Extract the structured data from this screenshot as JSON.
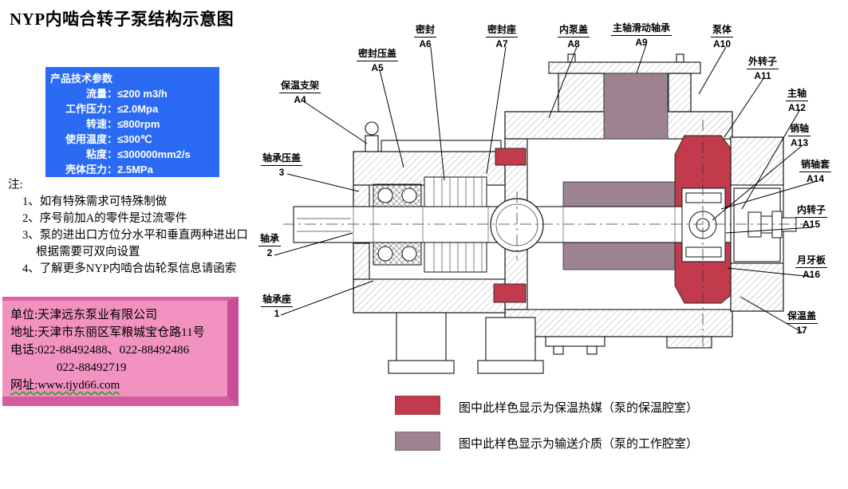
{
  "title": "NYP内啮合转子泵结构示意图",
  "params": {
    "header": "产品技术参数",
    "rows": [
      {
        "label": "流量：",
        "value": "≤200 m3/h"
      },
      {
        "label": "工作压力：",
        "value": "≤2.0Mpa"
      },
      {
        "label": "转速：",
        "value": "≤800rpm"
      },
      {
        "label": "使用温度：",
        "value": "≤300℃"
      },
      {
        "label": "粘度：",
        "value": "≤300000mm2/s"
      },
      {
        "label": "壳体压力：",
        "value": "2.5MPa"
      }
    ]
  },
  "notes": {
    "heading": "注:",
    "items": [
      "1、如有特殊需求可特殊制做",
      "2、序号前加A的零件是过流零件",
      "3、泵的进出口方位分水平和垂直两种进出口根据需要可双向设置",
      "4、了解更多NYP内啮合齿轮泵信息请函索"
    ]
  },
  "company": {
    "lines": [
      "单位:天津远东泵业有限公司",
      "地址:天津市东丽区军粮城宝仓路11号",
      "电话:022-88492488、022-88492486",
      "022-88492719",
      "网址:www.tjyd66.com"
    ]
  },
  "part_labels": [
    {
      "text": "保温支架",
      "ref": "A4"
    },
    {
      "text": "密封压盖",
      "ref": "A5"
    },
    {
      "text": "密封",
      "ref": "A6"
    },
    {
      "text": "密封座",
      "ref": "A7"
    },
    {
      "text": "内泵盖",
      "ref": "A8"
    },
    {
      "text": "主轴滑动轴承",
      "ref": "A9"
    },
    {
      "text": "泵体",
      "ref": "A10"
    },
    {
      "text": "外转子",
      "ref": "A11"
    },
    {
      "text": "主轴",
      "ref": "A12"
    },
    {
      "text": "销轴",
      "ref": "A13"
    },
    {
      "text": "销轴套",
      "ref": "A14"
    },
    {
      "text": "内转子",
      "ref": "A15"
    },
    {
      "text": "月牙板",
      "ref": "A16"
    },
    {
      "text": "保温盖",
      "ref": "17"
    },
    {
      "text": "轴承压盖",
      "ref": "3"
    },
    {
      "text": "轴承",
      "ref": "2"
    },
    {
      "text": "轴承座",
      "ref": "1"
    }
  ],
  "legend": [
    {
      "color": "#c23b4d",
      "text": "图中此样色显示为保温热媒（泵的保温腔室）"
    },
    {
      "color": "#9d8391",
      "text": "图中此样色显示为输送介质（泵的工作腔室）"
    }
  ],
  "colors": {
    "red": "#c23b4d",
    "mauve": "#9d8391",
    "param_box_blue": "#2b6bf3",
    "company_box_pink": "#f192c0"
  }
}
